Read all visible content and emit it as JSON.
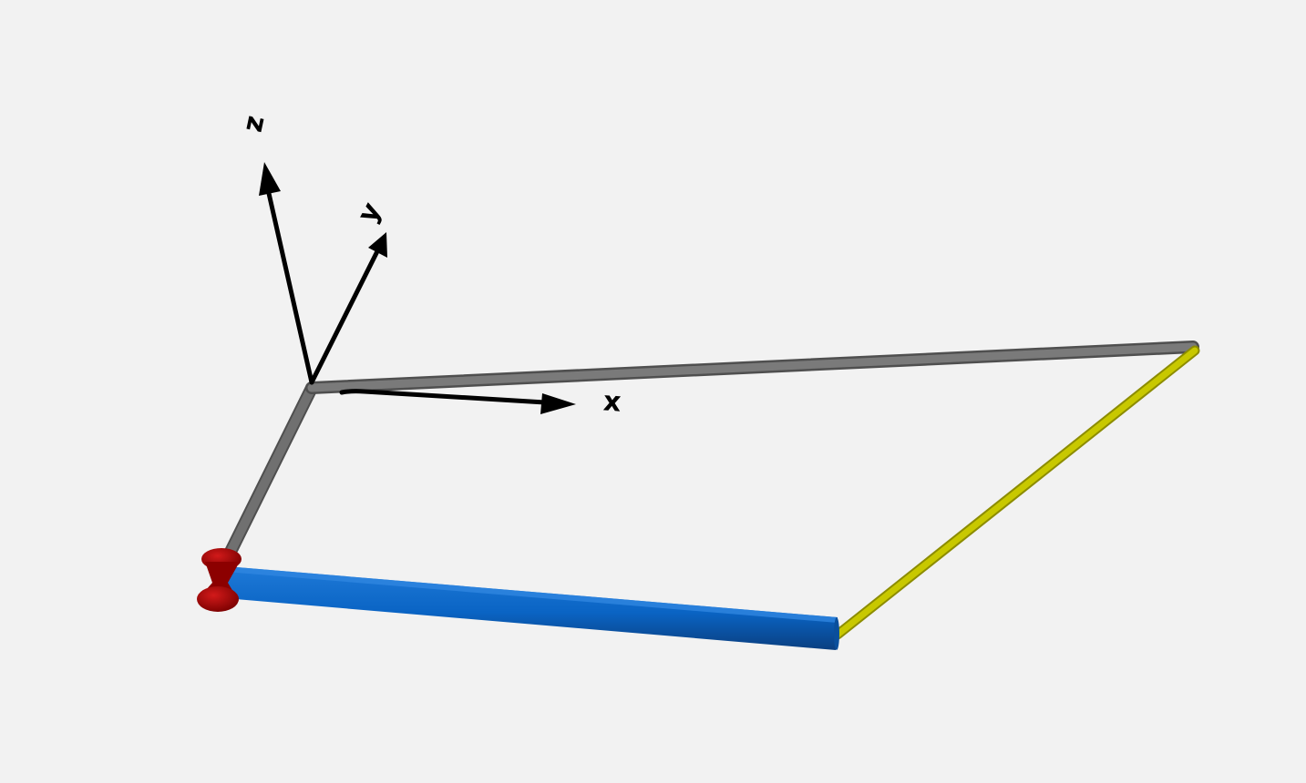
{
  "colors": {
    "background": "#f2f2f2",
    "axes": "#000000",
    "link_gray": "#6e6e6e",
    "link_blue": "#0a64c4",
    "link_yellow": "#c8c800",
    "joint_red": "#b00000"
  },
  "axes": {
    "x_label": "x",
    "y_label": "y",
    "z_label": "z"
  }
}
